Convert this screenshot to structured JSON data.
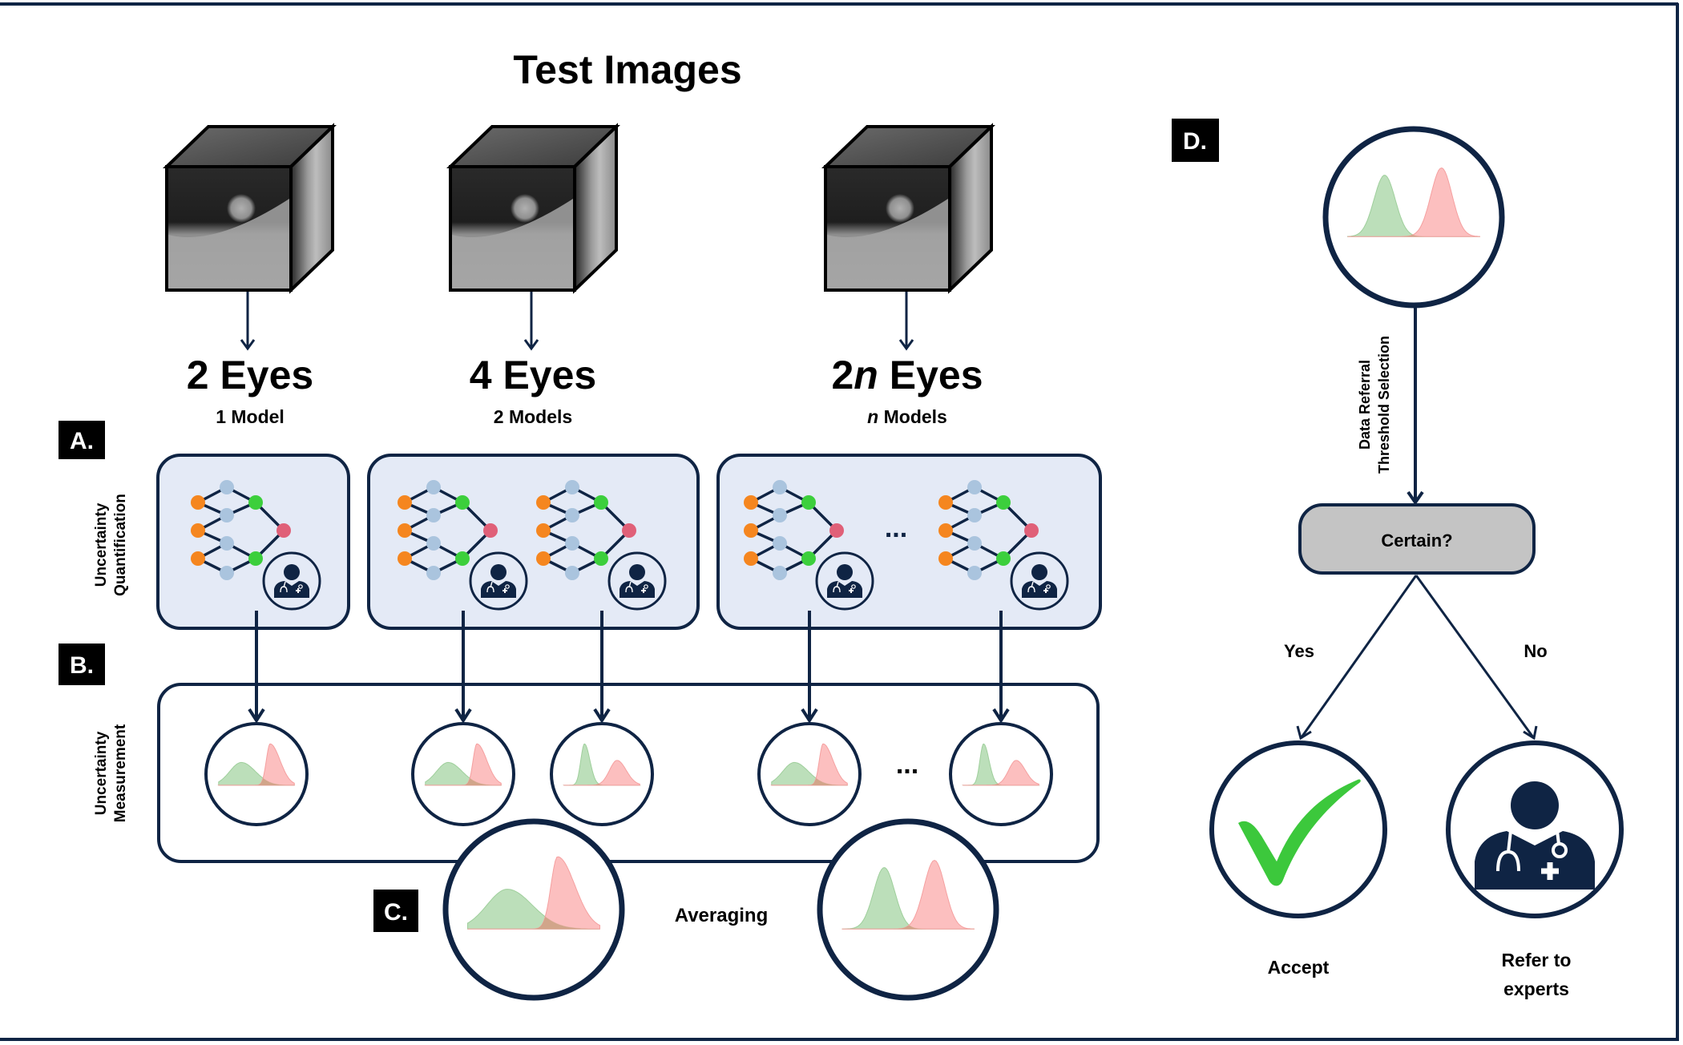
{
  "title": "Test Images",
  "colors": {
    "navy": "#0f2444",
    "panel_fill": "#e4eaf6",
    "input_node": "#f5861f",
    "hidden_node": "#aac4de",
    "hidden_green": "#3ccf3c",
    "output_node": "#e06078",
    "dist_green": "#b5dcb3",
    "dist_red": "#fbb4b4",
    "dist_overlap": "#c8a080",
    "decision_fill": "#c4c4c4",
    "check_green": "#3cc83c",
    "label_bg": "#000000"
  },
  "columns": [
    {
      "eyes_prefix": "2",
      "eyes_italic": "",
      "eyes_suffix": " Eyes",
      "models_italic": "",
      "models_label": "1 Model"
    },
    {
      "eyes_prefix": "4",
      "eyes_italic": "",
      "eyes_suffix": " Eyes",
      "models_italic": "",
      "models_label": "2 Models"
    },
    {
      "eyes_prefix": "2",
      "eyes_italic": "n",
      "eyes_suffix": " Eyes",
      "models_italic": "n",
      "models_label": " Models"
    }
  ],
  "sections": {
    "a": {
      "badge": "A.",
      "label_line1": "Uncertainty",
      "label_line2": "Quantification"
    },
    "b": {
      "badge": "B.",
      "label_line1": "Uncertainty",
      "label_line2": "Measurement"
    },
    "c": {
      "badge": "C.",
      "label": "Averaging"
    },
    "d": {
      "badge": "D.",
      "label_line1": "Data Referral",
      "label_line2": "Threshold Selection"
    }
  },
  "ellipsis": "...",
  "decision": {
    "question": "Certain?",
    "yes_label": "Yes",
    "no_label": "No",
    "accept_label": "Accept",
    "refer_line1": "Refer to",
    "refer_line2": "experts"
  },
  "icons": {
    "test_image": "ct-scan-cube-icon",
    "model": "neural-network-icon",
    "clinician": "doctor-icon",
    "distribution": "distribution-curves-icon",
    "accept": "check-mark-icon",
    "refer": "doctor-icon"
  },
  "distributions": {
    "measurement": [
      {
        "type": "wide-green-tall-red"
      },
      {
        "type": "wide-green-tall-red"
      },
      {
        "type": "tall-green-wide-red"
      },
      {
        "type": "wide-green-tall-red"
      },
      {
        "type": "tall-green-wide-red"
      }
    ],
    "averaged": [
      {
        "type": "wide-green-tall-red"
      },
      {
        "type": "separated"
      }
    ],
    "threshold": {
      "type": "well-separated"
    }
  }
}
